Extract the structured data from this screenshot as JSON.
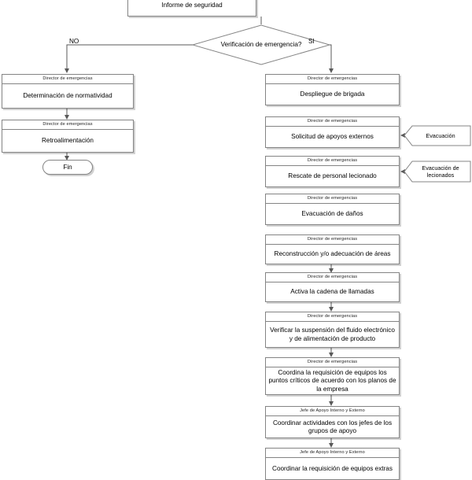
{
  "diagram": {
    "title_node": {
      "label": "Informe de seguridad"
    },
    "decision": {
      "label": "Verificación de emergencia?",
      "branch_no": "NO",
      "branch_si": "SI"
    },
    "roles": {
      "director": "Director de emergencias",
      "jefe": "Jefe de Apoyo Interno y Externo"
    },
    "left_branch": [
      {
        "role": "Director de emergencias",
        "text": "Determinación de normatividad"
      },
      {
        "role": "Director de emergencias",
        "text": "Retroalimentación"
      }
    ],
    "terminal": {
      "label": "Fin"
    },
    "right_branch": [
      {
        "role": "Director de emergencias",
        "text": "Despliegue de brigada"
      },
      {
        "role": "Director de emergencias",
        "text": "Solicitud de apoyos externos"
      },
      {
        "role": "Director de emergencias",
        "text": "Rescate de personal lecionado"
      },
      {
        "role": "Director de emergencias",
        "text": "Evacuación de daños"
      },
      {
        "role": "Director de emergencias",
        "text": "Reconstrucción y/o adecuación de áreas"
      },
      {
        "role": "Director de emergencias",
        "text": "Activa la cadena de llamadas"
      },
      {
        "role": "Director de emergencias",
        "text": "Verificar la suspensión del fluido electrónico y de alimentación de producto"
      },
      {
        "role": "Director de emergencias",
        "text": "Coordina la requisición de equipos los puntos críticos de acuerdo con los planos de la empresa"
      },
      {
        "role": "Jefe de Apoyo Interno y Externo",
        "text": "Coordinar actividades con los jefes de los grupos de apoyo"
      },
      {
        "role": "Jefe de Apoyo Interno y Externo",
        "text": "Coordinar la requisición de equipos extras"
      }
    ],
    "callouts": [
      {
        "text": "Evacuación"
      },
      {
        "text": "Evacuación de lecionados"
      }
    ],
    "colors": {
      "stroke": "#848484",
      "connector": "#595959",
      "background": "#ffffff",
      "text": "#000000"
    }
  }
}
